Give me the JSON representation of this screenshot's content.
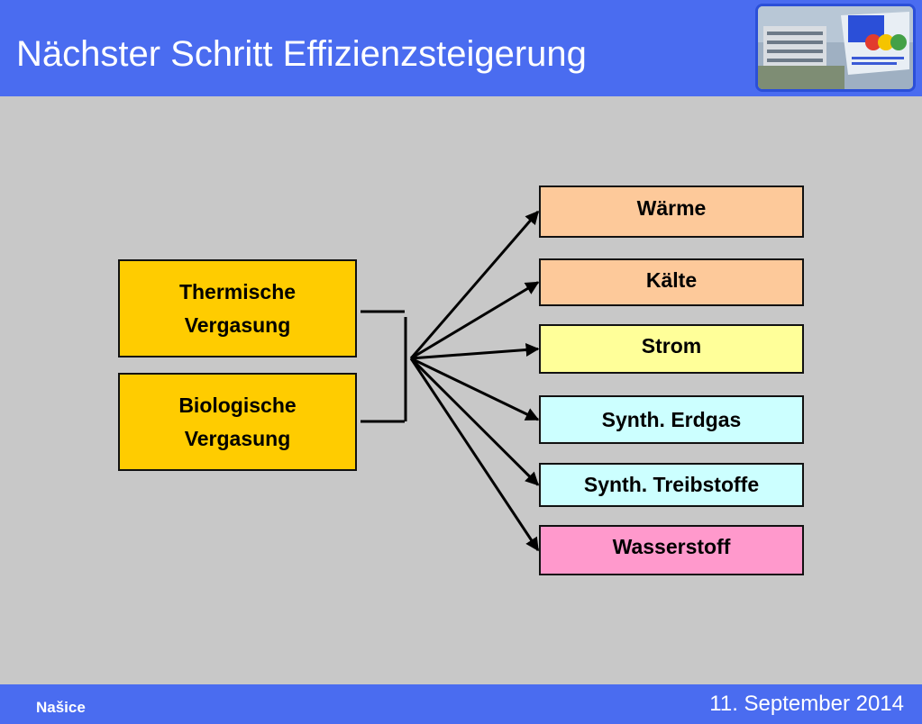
{
  "slide": {
    "title": "Nächster Schritt Effizienzsteigerung"
  },
  "diagram": {
    "sources": [
      {
        "line1": "Thermische",
        "line2": "Vergasung",
        "color": "#ffcc00"
      },
      {
        "line1": "Biologische",
        "line2": "Vergasung",
        "color": "#ffcc00"
      }
    ],
    "outputs": [
      {
        "label": "Wärme",
        "color": "#fdc99a"
      },
      {
        "label": "Kälte",
        "color": "#fdc99a"
      },
      {
        "label": "Strom",
        "color": "#ffff99"
      },
      {
        "label": "Synth. Erdgas",
        "color": "#ccffff"
      },
      {
        "label": "Synth. Treibstoffe",
        "color": "#ccffff"
      },
      {
        "label": "Wasserstoff",
        "color": "#ff99cc"
      }
    ]
  },
  "footer": {
    "location": "Našice",
    "date": "11. September 2014"
  }
}
